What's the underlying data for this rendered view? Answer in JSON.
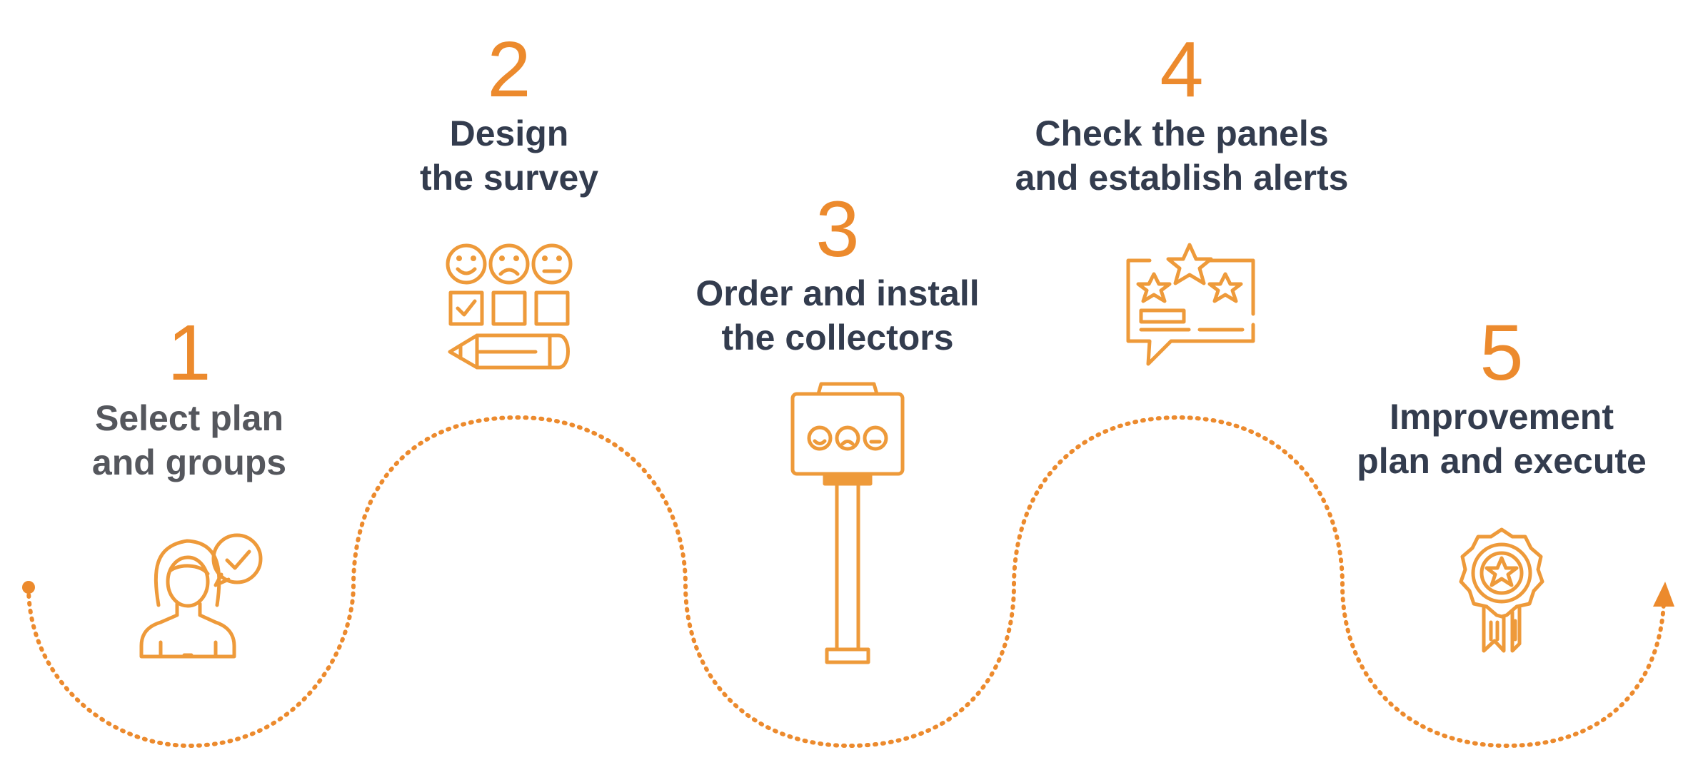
{
  "colors": {
    "accent": "#ec8a2d",
    "icon": "#ee9a3a",
    "title": "#333c4e",
    "title_muted": "#55575d"
  },
  "steps": [
    {
      "number": "1",
      "lines": [
        "Select plan",
        "and groups"
      ],
      "icon": "person-check-icon"
    },
    {
      "number": "2",
      "lines": [
        "Design",
        "the survey"
      ],
      "icon": "survey-form-icon"
    },
    {
      "number": "3",
      "lines": [
        "Order and install",
        "the collectors"
      ],
      "icon": "feedback-terminal-icon"
    },
    {
      "number": "4",
      "lines": [
        "Check the panels",
        "and establish alerts"
      ],
      "icon": "star-rating-bubble-icon"
    },
    {
      "number": "5",
      "lines": [
        "Improvement",
        "plan and execute"
      ],
      "icon": "award-ribbon-icon"
    }
  ]
}
